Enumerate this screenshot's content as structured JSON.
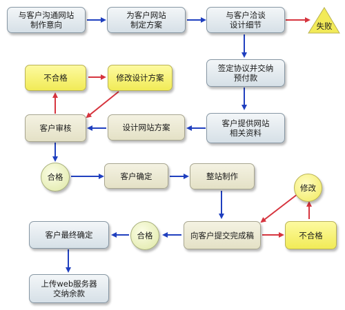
{
  "nodes": {
    "communicate": "与客户沟通网站\n制作意向",
    "plan": "为客户网站\n制定方案",
    "discuss": "与客户洽谈\n设计细节",
    "fail": "失败",
    "contract": "签定协议并交纳\n预付款",
    "materials": "客户提供网站\n相关资料",
    "design": "设计网站方案",
    "review": "客户审核",
    "reject1": "不合格",
    "modify_design": "修改设计方案",
    "pass1": "合格",
    "confirm": "客户确定",
    "build": "整站制作",
    "submit": "向客户提交完成稿",
    "reject2": "不合格",
    "modify2": "修改",
    "pass2": "合格",
    "final": "客户最终确定",
    "upload": "上传web服务器\n交纳余款"
  },
  "colors": {
    "flow_arrow": "#1f3fbf",
    "reject_arrow": "#d6343e",
    "blue_box": "#dbe4ea",
    "beige_box": "#e6e3c8",
    "yellow_box": "#f3ed5a"
  }
}
